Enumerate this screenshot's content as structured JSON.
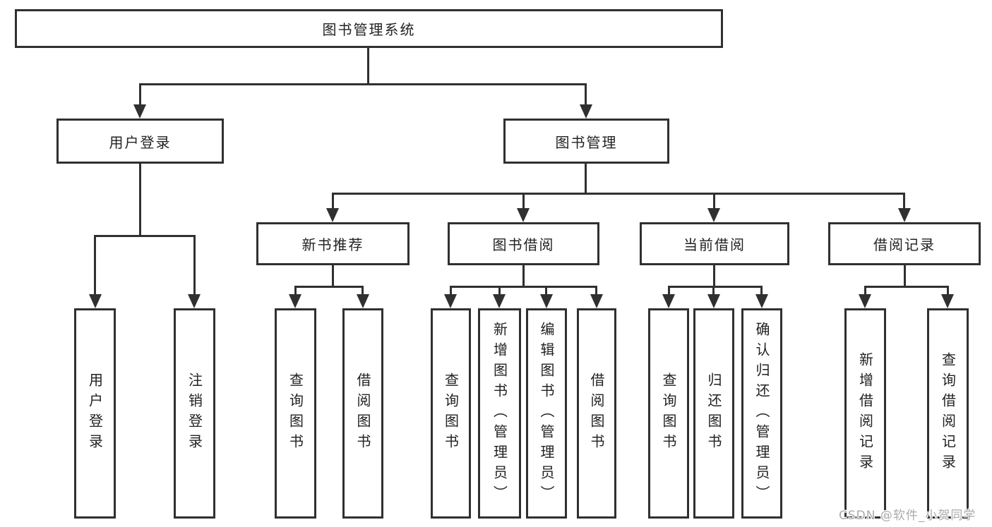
{
  "diagram_title": "图书管理系统",
  "tree": {
    "root": {
      "label": "图书管理系统"
    },
    "branches": [
      {
        "label": "用户登录",
        "children": [
          {
            "label": "用户登录"
          },
          {
            "label": "注销登录"
          }
        ]
      },
      {
        "label": "图书管理",
        "groups": [
          {
            "label": "新书推荐",
            "children": [
              {
                "label": "查询图书"
              },
              {
                "label": "借阅图书"
              }
            ]
          },
          {
            "label": "图书借阅",
            "children": [
              {
                "label": "查询图书"
              },
              {
                "label": "新增图书（管理员）"
              },
              {
                "label": "编辑图书（管理员）"
              },
              {
                "label": "借阅图书"
              }
            ]
          },
          {
            "label": "当前借阅",
            "children": [
              {
                "label": "查询图书"
              },
              {
                "label": "归还图书"
              },
              {
                "label": "确认归还（管理员）"
              }
            ]
          },
          {
            "label": "借阅记录",
            "children": [
              {
                "label": "新增借阅记录"
              },
              {
                "label": "查询借阅记录"
              }
            ]
          }
        ]
      }
    ]
  },
  "watermark": {
    "text": "CSDN @软件_小贺同学"
  },
  "colors": {
    "line": "#303030",
    "text": "#222222",
    "watermark": "#ababab",
    "background": "#ffffff"
  }
}
